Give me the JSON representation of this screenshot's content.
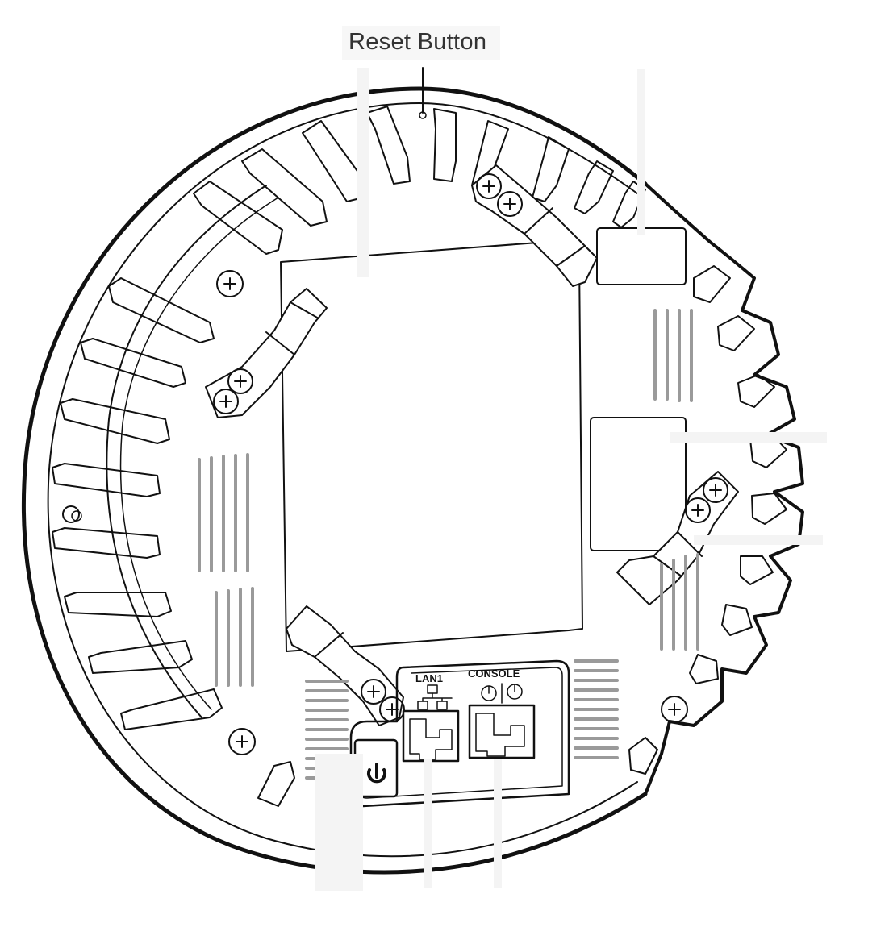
{
  "callouts": {
    "reset": "Reset Button"
  },
  "ports": {
    "lan": "LAN1",
    "console": "CONSOLE"
  },
  "colors": {
    "line": "#111111",
    "vent": "#9a9a9a",
    "leader": "#cfcfcf",
    "background": "#ffffff"
  },
  "icons": {
    "power": "power-icon",
    "network": "network-icon",
    "console": "console-icon",
    "screw": "screw-icon"
  }
}
